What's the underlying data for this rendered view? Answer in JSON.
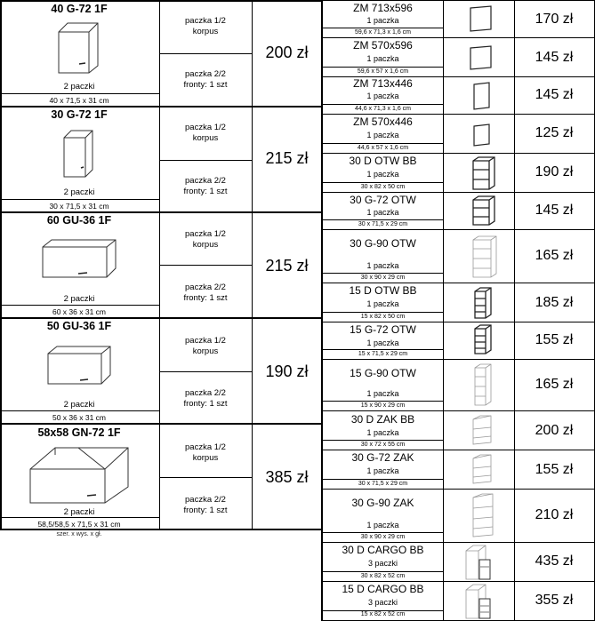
{
  "left_items": [
    {
      "name": "40 G-72 1F",
      "packages": "2 paczki",
      "dims": "40 x 71,5 x 31 cm",
      "sub1_a": "paczka 1/2",
      "sub1_b": "korpus",
      "sub2_a": "paczka 2/2",
      "sub2_b": "fronty: 1 szt",
      "price": "200 zł",
      "icon": "wall-cabinet-tall-icon"
    },
    {
      "name": "30 G-72 1F",
      "packages": "2 paczki",
      "dims": "30 x 71,5 x 31 cm",
      "sub1_a": "paczka 1/2",
      "sub1_b": "korpus",
      "sub2_a": "paczka 2/2",
      "sub2_b": "fronty: 1 szt",
      "price": "215 zł",
      "icon": "wall-cabinet-narrow-icon"
    },
    {
      "name": "60 GU-36 1F",
      "packages": "2 paczki",
      "dims": "60 x 36 x 31 cm",
      "sub1_a": "paczka 1/2",
      "sub1_b": "korpus",
      "sub2_a": "paczka 2/2",
      "sub2_b": "fronty: 1 szt",
      "price": "215 zł",
      "icon": "wall-cabinet-wide-icon"
    },
    {
      "name": "50 GU-36 1F",
      "packages": "2 paczki",
      "dims": "50 x 36 x 31 cm",
      "sub1_a": "paczka 1/2",
      "sub1_b": "korpus",
      "sub2_a": "paczka 2/2",
      "sub2_b": "fronty: 1 szt",
      "price": "190 zł",
      "icon": "wall-cabinet-medium-icon"
    },
    {
      "name": "58x58 GN-72 1F",
      "packages": "2 paczki",
      "dims": "58,5/58,5 x 71,5 x 31 cm",
      "sub1_a": "paczka 1/2",
      "sub1_b": "korpus",
      "sub2_a": "paczka 2/2",
      "sub2_b": "fronty: 1 szt",
      "price": "385 zł",
      "icon": "corner-wall-cabinet-icon"
    }
  ],
  "footnote": "szer.  x  wys.  x  gł.",
  "right_items": [
    {
      "name": "ZM 713x596",
      "packages": "1 paczka",
      "dims": "59,6 x 71,3 x 1,6 cm",
      "price": "170 zł",
      "icon": "front-panel-icon"
    },
    {
      "name": "ZM 570x596",
      "packages": "1 paczka",
      "dims": "59,6 x 57 x 1,6 cm",
      "price": "145 zł",
      "icon": "front-panel-icon"
    },
    {
      "name": "ZM 713x446",
      "packages": "1 paczka",
      "dims": "44,6 x 71,3 x 1,6 cm",
      "price": "145 zł",
      "icon": "front-panel-icon"
    },
    {
      "name": "ZM 570x446",
      "packages": "1 paczka",
      "dims": "44,6 x 57 x 1,6 cm",
      "price": "125 zł",
      "icon": "front-panel-icon"
    },
    {
      "name": "30 D OTW BB",
      "packages": "1 paczka",
      "dims": "30 x 82 x 50 cm",
      "price": "190 zł",
      "icon": "open-shelf-icon"
    },
    {
      "name": "30 G-72 OTW",
      "packages": "1 paczka",
      "dims": "30 x 71,5 x 29 cm",
      "price": "145 zł",
      "icon": "open-shelf-icon"
    },
    {
      "name": "30 G-90 OTW",
      "packages": "1 paczka",
      "dims": "30 x 90 x 29 cm",
      "price": "165 zł",
      "icon": "open-shelf-tall-icon"
    },
    {
      "name": "15 D OTW BB",
      "packages": "1 paczka",
      "dims": "15 x 82 x 50 cm",
      "price": "185 zł",
      "icon": "narrow-shelf-icon"
    },
    {
      "name": "15 G-72 OTW",
      "packages": "1 paczka",
      "dims": "15 x 71,5 x 29 cm",
      "price": "155 zł",
      "icon": "narrow-shelf-icon"
    },
    {
      "name": "15 G-90 OTW",
      "packages": "1 paczka",
      "dims": "15 x 90 x 29 cm",
      "price": "165 zł",
      "icon": "narrow-shelf-tall-icon"
    },
    {
      "name": "30 D ZAK BB",
      "packages": "1 paczka",
      "dims": "30 x 72 x 55 cm",
      "price": "200 zł",
      "icon": "end-shelf-icon"
    },
    {
      "name": "30 G-72 ZAK",
      "packages": "1 paczka",
      "dims": "30 x 71,5 x 29 cm",
      "price": "155 zł",
      "icon": "end-shelf-icon"
    },
    {
      "name": "30 G-90 ZAK",
      "packages": "1 paczka",
      "dims": "30 x 90 x 29 cm",
      "price": "210 zł",
      "icon": "end-shelf-tall-icon"
    },
    {
      "name": "30 D CARGO BB",
      "packages": "3 paczki",
      "dims": "30 x 82 x 52 cm",
      "price": "435 zł",
      "icon": "cargo-cabinet-icon"
    },
    {
      "name": "15 D CARGO BB",
      "packages": "3 paczki",
      "dims": "15 x 82 x 52 cm",
      "price": "355 zł",
      "icon": "cargo-cabinet-icon"
    }
  ]
}
